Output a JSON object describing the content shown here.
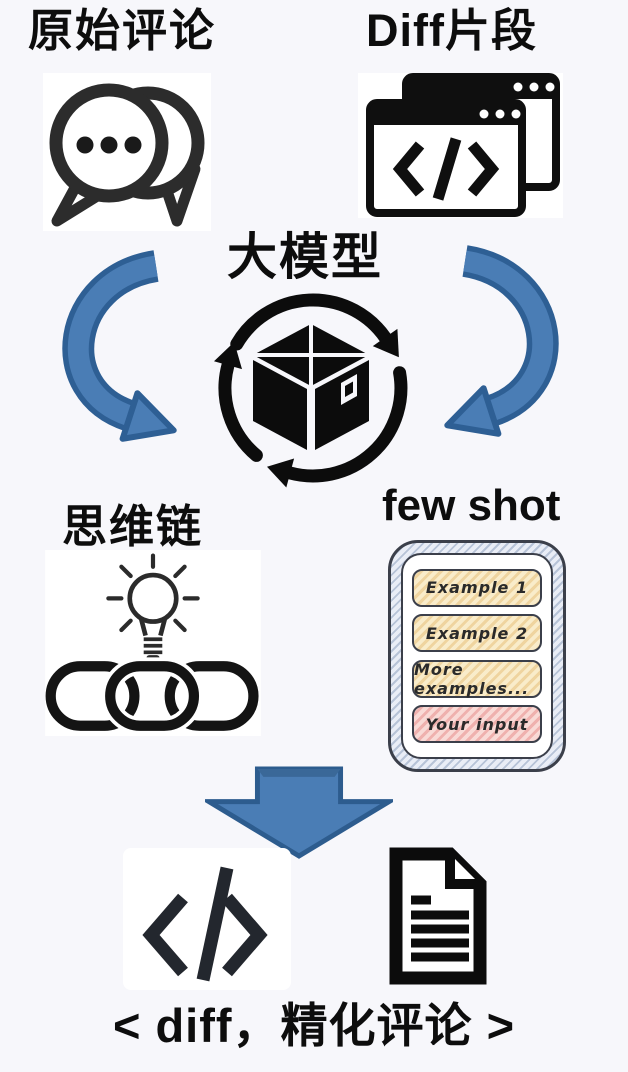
{
  "colors": {
    "background": "#f7f7fb",
    "ink": "#111111",
    "arrow_blue_fill": "#4a7db5",
    "arrow_blue_edge": "#2e5f94",
    "example_box_fill": "#f5e3bd",
    "input_box_fill": "#f5c9c5"
  },
  "inputs": {
    "original_comments": {
      "label": "原始评论",
      "icon": "chat-bubbles-icon"
    },
    "diff_fragment": {
      "label": "Diff片段",
      "icon": "code-windows-icon"
    }
  },
  "model": {
    "label": "大模型",
    "icon": "package-cycle-icon"
  },
  "techniques": {
    "chain_of_thought": {
      "label": "思维链",
      "icon": "lightbulb-chain-icon"
    },
    "few_shot": {
      "label": "few shot",
      "items": [
        {
          "label": "Example 1",
          "variant": "example"
        },
        {
          "label": "Example 2",
          "variant": "example"
        },
        {
          "label": "More examples...",
          "variant": "example"
        },
        {
          "label": "Your input",
          "variant": "input"
        }
      ]
    }
  },
  "output": {
    "label": "< diff，精化评论 >",
    "icons": [
      "code-icon",
      "document-icon"
    ]
  }
}
